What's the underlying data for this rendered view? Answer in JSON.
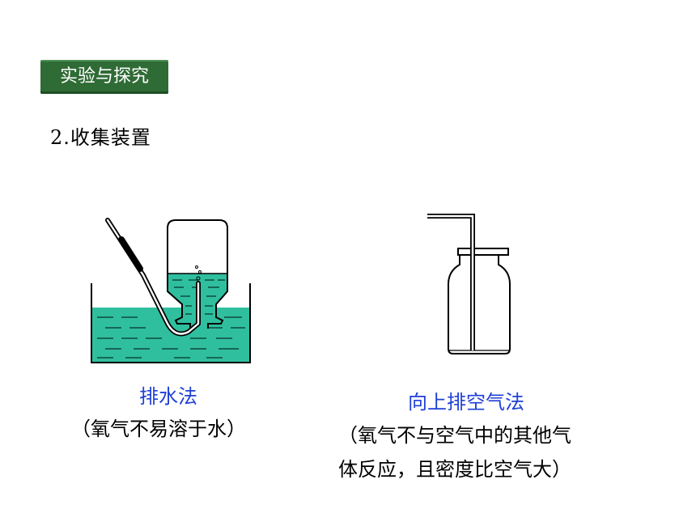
{
  "section_badge": "实验与探究",
  "heading": "2.收集装置",
  "method_water": {
    "title": "排水法",
    "note": "（氧气不易溶于水）"
  },
  "method_air": {
    "title": "向上排空气法",
    "note_line1": "（氧气不与空气中的其他气",
    "note_line2": "体反应，且密度比空气大）"
  },
  "colors": {
    "badge_green": "#2f6b35",
    "water_teal": "#2fbf9f",
    "label_blue": "#1f3fd6"
  }
}
